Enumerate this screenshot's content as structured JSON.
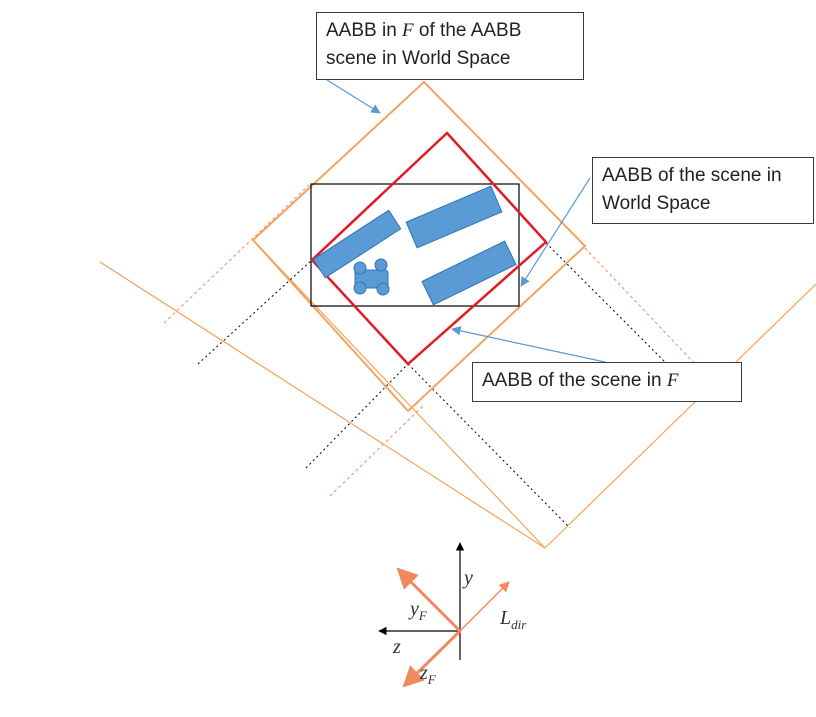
{
  "callouts": {
    "aabb_in_f_of_world_aabb": {
      "line1_pre": "AABB in ",
      "line1_math": "F",
      "line1_post": " of the AABB",
      "line2": "scene in World Space"
    },
    "aabb_world": {
      "line1": "AABB of the scene in",
      "line2": "World Space"
    },
    "aabb_in_f": {
      "pre": "AABB of the scene in ",
      "math": "F"
    }
  },
  "axes": {
    "y": "y",
    "z": "z",
    "y_f": {
      "base": "y",
      "sub": "F"
    },
    "z_f": {
      "base": "z",
      "sub": "F"
    },
    "l_dir": {
      "base": "L",
      "sub": "dir"
    }
  },
  "colors": {
    "orange": "#f4a460",
    "orange_light": "#f5b88a",
    "axis_orange": "#f08a5d",
    "red": "#e31b23",
    "blue_fill": "#5b9bd5",
    "blue_stroke": "#2e75b6",
    "callout_arrow": "#5b9bd5",
    "black": "#000000"
  }
}
